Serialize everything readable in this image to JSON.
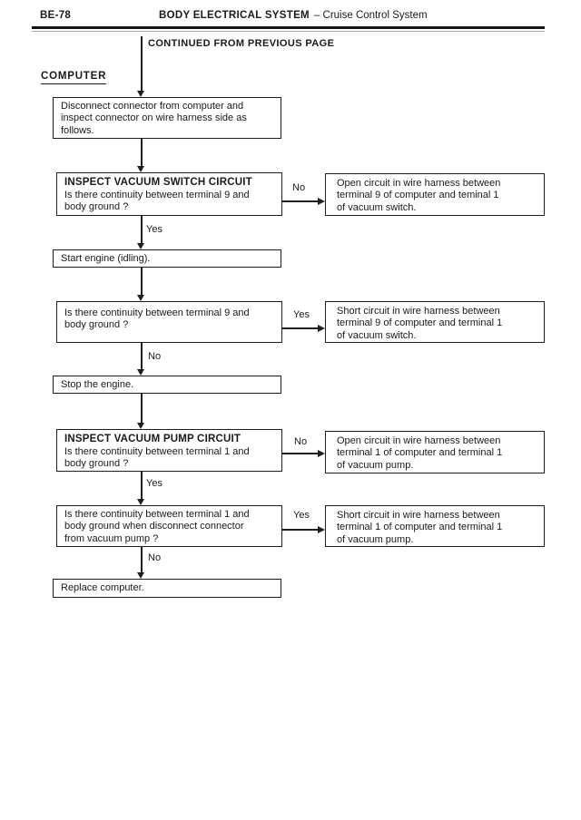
{
  "header": {
    "page_code": "BE-78",
    "title": "BODY ELECTRICAL SYSTEM",
    "subtitle": "– Cruise Control System"
  },
  "flow": {
    "continued_label": "CONTINUED FROM PREVIOUS PAGE",
    "section_label": "COMPUTER",
    "labels": {
      "yes": "Yes",
      "no": "No"
    },
    "boxes": {
      "disconnect": {
        "lines": [
          "Disconnect connector from computer and",
          "inspect connector on wire harness side as",
          "follows."
        ]
      },
      "inspect_switch": {
        "heading": "INSPECT VACUUM SWITCH CIRCUIT",
        "lines": [
          "Is there continuity between terminal 9 and",
          "body ground ?"
        ]
      },
      "open_switch": {
        "lines": [
          "Open circuit in wire harness between",
          "terminal 9 of computer and teminal 1",
          "of vacuum switch."
        ]
      },
      "start_engine": {
        "text": "Start engine (idling)."
      },
      "continuity_terminal9": {
        "lines": [
          "Is there continuity between terminal 9 and",
          "body ground ?"
        ]
      },
      "short_switch": {
        "lines": [
          "Short circuit in wire harness between",
          "terminal 9 of computer and terminal 1",
          "of vacuum switch."
        ]
      },
      "stop_engine": {
        "text": "Stop the engine."
      },
      "inspect_pump": {
        "heading": "INSPECT VACUUM PUMP CIRCUIT",
        "lines": [
          "Is there continuity between terminal 1 and",
          "body ground ?"
        ]
      },
      "open_pump": {
        "lines": [
          "Open circuit in wire harness between",
          "terminal 1 of computer and terminal 1",
          "of vacuum pump."
        ]
      },
      "continuity_terminal1": {
        "lines": [
          "Is there continuity between terminal 1 and",
          "body ground when disconnect connector",
          "from vacuum pump ?"
        ]
      },
      "short_pump": {
        "lines": [
          "Short circuit in wire harness between",
          "terminal 1 of computer and terminal 1",
          "of vacuum pump."
        ]
      },
      "replace_computer": {
        "text": "Replace computer."
      }
    }
  }
}
